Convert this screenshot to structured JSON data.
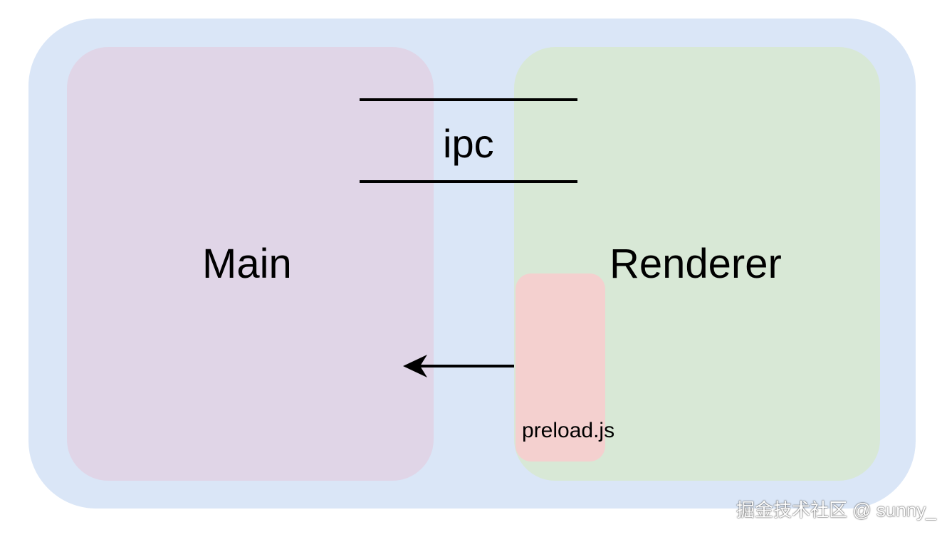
{
  "diagram": {
    "ipc_label": "ipc",
    "main_label": "Main",
    "renderer_label": "Renderer",
    "preload_label": "preload.js",
    "arrow_direction": "renderer-to-main"
  },
  "watermark": "掘金技术社区 @ sunny_",
  "colors": {
    "outer": "#dae6f7",
    "main": "#e0d5e7",
    "renderer": "#d8e8d6",
    "preload": "#f4d0cf",
    "lines": "#000000"
  }
}
